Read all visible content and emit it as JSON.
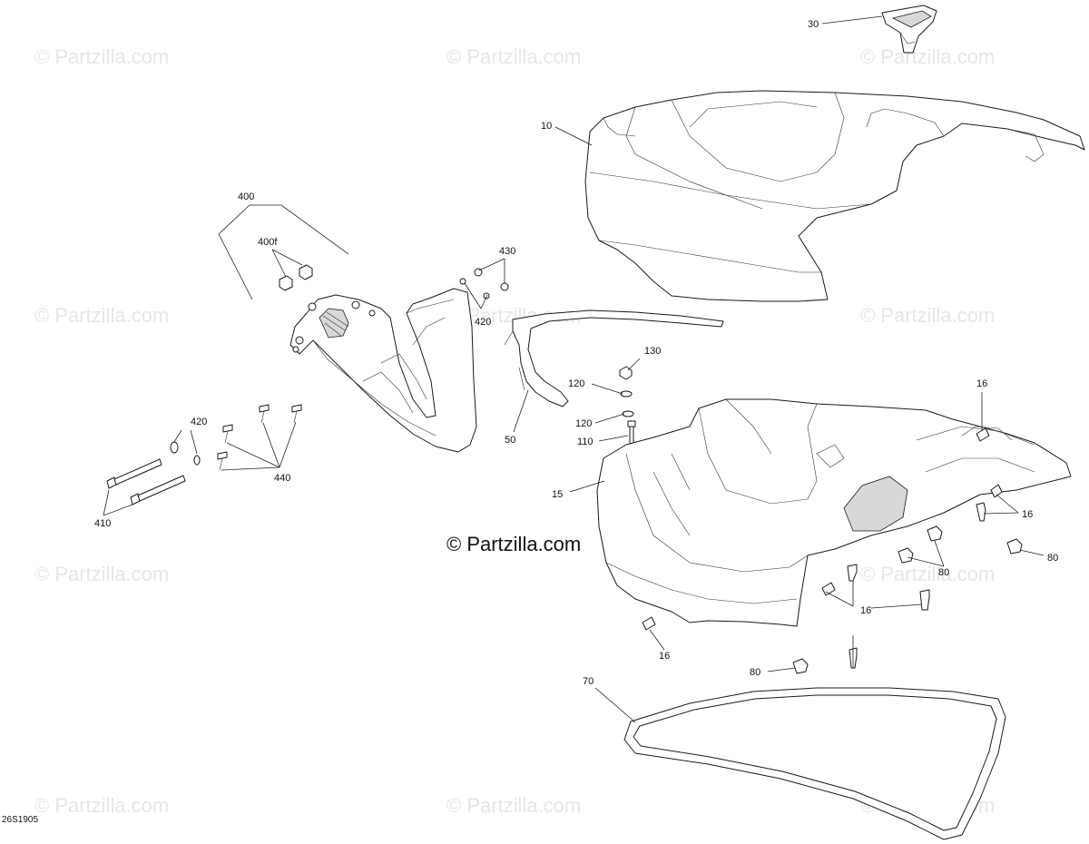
{
  "watermark": {
    "text": "© Partzilla.com",
    "main_text": "© Partzilla.com"
  },
  "diagram_code": "26S1905",
  "callouts": {
    "c30": "30",
    "c10": "10",
    "c400": "400",
    "c400f": "400f",
    "c430": "430",
    "c420a": "420",
    "c420b": "420",
    "c440": "440",
    "c410": "410",
    "c130": "130",
    "c120a": "120",
    "c120b": "120",
    "c110": "110",
    "c50": "50",
    "c15": "15",
    "c16a": "16",
    "c16b": "16",
    "c16c": "16",
    "c16d": "16",
    "c80a": "80",
    "c80b": "80",
    "c80c": "80",
    "c70": "70"
  },
  "colors": {
    "line": "#1a1a1a",
    "watermark": "#e6e6e6",
    "shade": "#d8d8d8"
  }
}
